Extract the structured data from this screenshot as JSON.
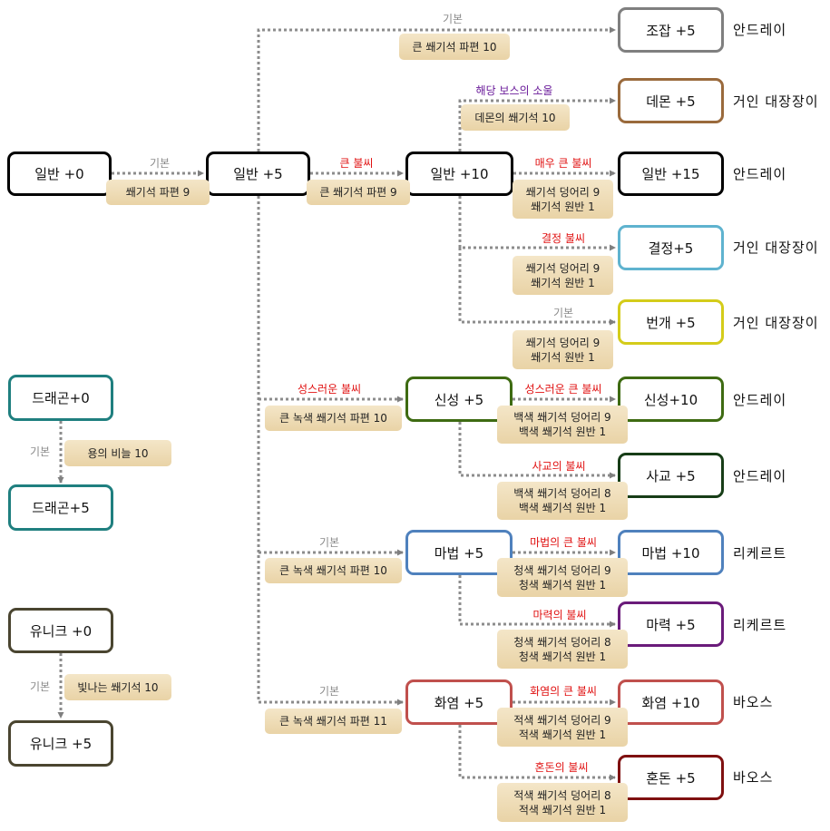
{
  "nodes": {
    "normal0": {
      "label": "일반 +0",
      "color": "#000000"
    },
    "normal5": {
      "label": "일반 +5",
      "color": "#000000"
    },
    "normal10": {
      "label": "일반 +10",
      "color": "#000000"
    },
    "normal15": {
      "label": "일반 +15",
      "color": "#000000"
    },
    "craft5": {
      "label": "조잡 +5",
      "color": "#7f7f7f"
    },
    "demon5": {
      "label": "데몬 +5",
      "color": "#9a6a3c"
    },
    "crystal5": {
      "label": "결정+5",
      "color": "#5fb3cf"
    },
    "thunder5": {
      "label": "번개 +5",
      "color": "#d4cc1a"
    },
    "holy5": {
      "label": "신성 +5",
      "color": "#3e6b12"
    },
    "holy10": {
      "label": "신성+10",
      "color": "#3e6b12"
    },
    "evil5": {
      "label": "사교 +5",
      "color": "#173d17"
    },
    "magic5": {
      "label": "마법 +5",
      "color": "#4f81bd"
    },
    "magic10": {
      "label": "마법 +10",
      "color": "#4f81bd"
    },
    "mana5": {
      "label": "마력 +5",
      "color": "#6a1b7a"
    },
    "fire5": {
      "label": "화염 +5",
      "color": "#c0504d"
    },
    "fire10": {
      "label": "화염 +10",
      "color": "#c0504d"
    },
    "chaos5": {
      "label": "혼돈 +5",
      "color": "#7f1010"
    },
    "dragon0": {
      "label": "드래곤+0",
      "color": "#1f7f7f"
    },
    "dragon5": {
      "label": "드래곤+5",
      "color": "#1f7f7f"
    },
    "unique0": {
      "label": "유니크 +0",
      "color": "#4a4530"
    },
    "unique5": {
      "label": "유니크 +5",
      "color": "#4a4530"
    }
  },
  "labels": {
    "basic": "기본",
    "big_fire": "큰 불씨",
    "very_big_fire": "매우 큰 불씨",
    "boss_soul": "해당 보스의 소울",
    "crystal_fire": "결정 불씨",
    "holy_fire": "성스러운 불씨",
    "holy_big_fire": "성스러운 큰 불씨",
    "evil_fire": "사교의 불씨",
    "magic_big_fire": "마법의 큰 불씨",
    "mana_fire": "마력의 불씨",
    "fire_big_fire": "화염의 큰 불씨",
    "chaos_fire": "혼돈의 불씨"
  },
  "materials": {
    "shard9": "쐐기석 파편 9",
    "bigshard9": "큰 쐐기석 파편 9",
    "bigshard10": "큰 쐐기석 파편 10",
    "demon10": "데몬의 쐐기석 10",
    "chunk9": "쐐기석 덩어리 9",
    "slab1": "쐐기석 원반 1",
    "greenbig10": "큰 녹색 쐐기석 파편 10",
    "greenbig11": "큰 녹색 쐐기석 파편 11",
    "white_chunk9": "백색 쐐기석 덩어리 9",
    "white_chunk8": "백색 쐐기석 덩어리 8",
    "white_slab1": "백색 쐐기석 원반 1",
    "blue_chunk9": "청색 쐐기석 덩어리 9",
    "blue_chunk8": "청색 쐐기석 덩어리 8",
    "blue_slab1": "청색 쐐기석 원반 1",
    "red_chunk9": "적색 쐐기석 덩어리 9",
    "red_chunk8": "적색 쐐기석 덩어리 8",
    "red_slab1": "적색 쐐기석 원반 1",
    "dragon_scale10": "용의 비늘 10",
    "shining10": "빛나는 쐐기석 10"
  },
  "locations": {
    "andrei": "안드레이",
    "giant": "거인 대장장이",
    "rickert": "리케르트",
    "boss": "바오스"
  }
}
